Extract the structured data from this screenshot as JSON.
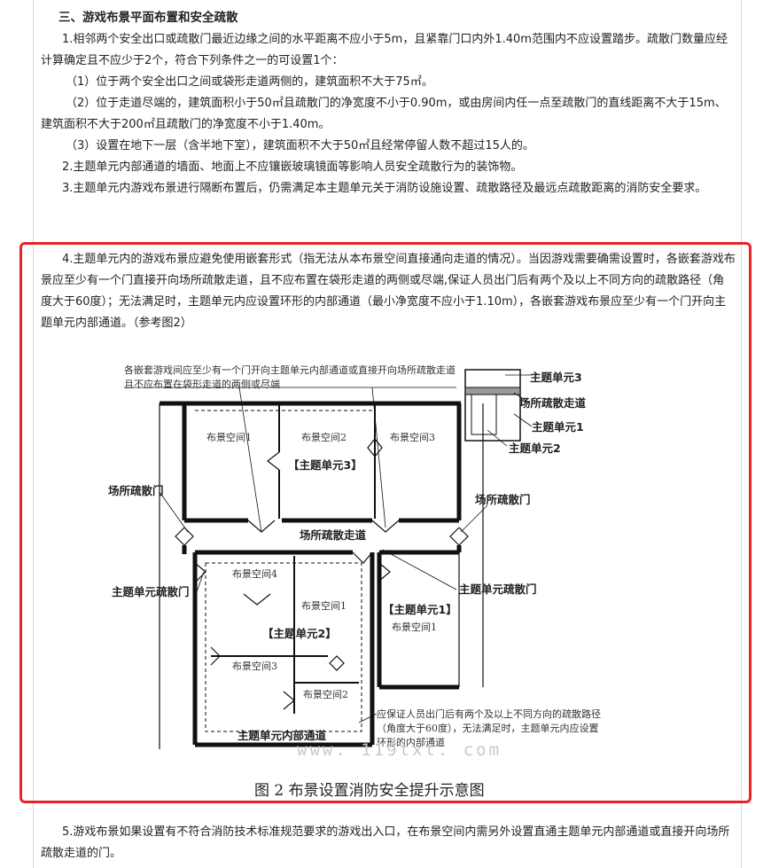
{
  "section": {
    "heading": "三、游戏布景平面布置和安全疏散",
    "p1": "1.相邻两个安全出口或疏散门最近边缘之间的水平距离不应小于5m，且紧靠门口内外1.40m范围内不应设置踏步。疏散门数量应经计算确定且不应少于2个，符合下列条件之一的可设置1个：",
    "p1a": "（1）位于两个安全出口之间或袋形走道两侧的，建筑面积不大于75㎡。",
    "p1b": "（2）位于走道尽端的，建筑面积小于50㎡且疏散门的净宽度不小于0.90m，或由房间内任一点至疏散门的直线距离不大于15m、建筑面积不大于200㎡且疏散门的净宽度不小于1.40m。",
    "p1c": "（3）设置在地下一层（含半地下室），建筑面积不大于50㎡且经常停留人数不超过15人的。",
    "p2": "2.主题单元内部通道的墙面、地面上不应镶嵌玻璃镜面等影响人员安全疏散行为的装饰物。",
    "p3": "3.主题单元内游戏布景进行隔断布置后，仍需满足本主题单元关于消防设施设置、疏散路径及最远点疏散距离的消防安全要求。",
    "p4": "4.主题单元内的游戏布景应避免使用嵌套形式（指无法从本布景空间直接通向走道的情况）。当因游戏需要确需设置时，各嵌套游戏布景应至少有一个门直接开向场所疏散走道，且不应布置在袋形走道的两侧或尽端,保证人员出门后有两个及以上不同方向的疏散路径（角度大于60度）；无法满足时，主题单元内应设置环形的内部通道（最小净宽度不应小于1.10m），各嵌套游戏布景应至少有一个门开向主题单元内部通道。（参考图2）",
    "p5": "5.游戏布景如果设置有不符合消防技术标准规范要求的游戏出入口，在布景空间内需另外设置直通主题单元内部通道或直接开向场所疏散走道的门。"
  },
  "figure": {
    "caption": "图 2  布景设置消防安全提升示意图",
    "watermark": "www. 119txt. com",
    "note_top_1": "各嵌套游戏间应至少有一个门开向主题单元内部通道或直接开向场所疏散走道",
    "note_top_2": "且不应布置在袋形走道的两侧或尽端",
    "note_bottom_1": "应保证人员出门后有两个及以上不同方向的疏散路径",
    "note_bottom_2": "（角度大于60度），无法满足时，主题单元内应设置",
    "note_bottom_3": "环形的内部通道",
    "legend": {
      "unit3": "主题单元3",
      "corridor": "场所疏散走道",
      "unit1": "主题单元1",
      "unit2": "主题单元2"
    },
    "labels": {
      "venue_door_left": "场所疏散门",
      "venue_door_right": "场所疏散门",
      "venue_corridor": "场所疏散走道",
      "unit_door_left": "主题单元疏散门",
      "unit_door_right": "主题单元疏散门",
      "unit3": "【主题单元3】",
      "unit2": "【主题单元2】",
      "unit1": "【主题单元1】",
      "inner_corridor": "主题单元内部通道"
    },
    "spaces": {
      "u3_s1": "布景空间1",
      "u3_s2": "布景空间2",
      "u3_s3": "布景空间3",
      "u2_s4": "布景空间4",
      "u2_s1": "布景空间1",
      "u2_s3": "布景空间3",
      "u2_s2": "布景空间2",
      "u1_s1": "布景空间1"
    }
  },
  "colors": {
    "highlight": "#e8232a",
    "text": "#222222",
    "border": "#d9d9d9"
  }
}
